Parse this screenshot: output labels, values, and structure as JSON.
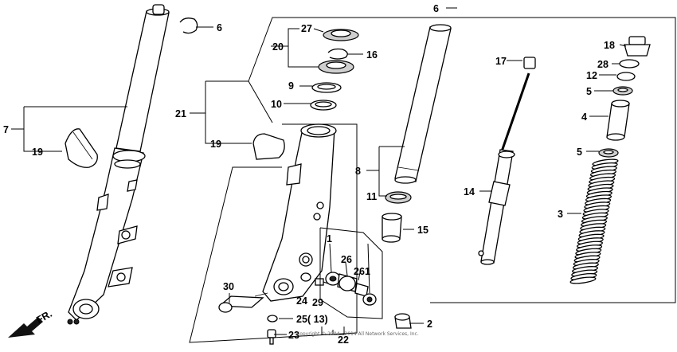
{
  "diagram": {
    "callouts": [
      "1",
      "1",
      "2",
      "3",
      "4",
      "5",
      "5",
      "6",
      "6",
      "7",
      "8",
      "9",
      "10",
      "11",
      "12",
      "14",
      "15",
      "16",
      "17",
      "18",
      "19",
      "19",
      "20",
      "21",
      "22",
      "23",
      "24",
      "25",
      "26",
      "26",
      "27",
      "28",
      "29",
      "30"
    ],
    "callout_25_suffix": "( 13)",
    "front_arrow": "FR.",
    "copyright": "Copyright © 2004 - 2014 All Network Services, Inc."
  }
}
